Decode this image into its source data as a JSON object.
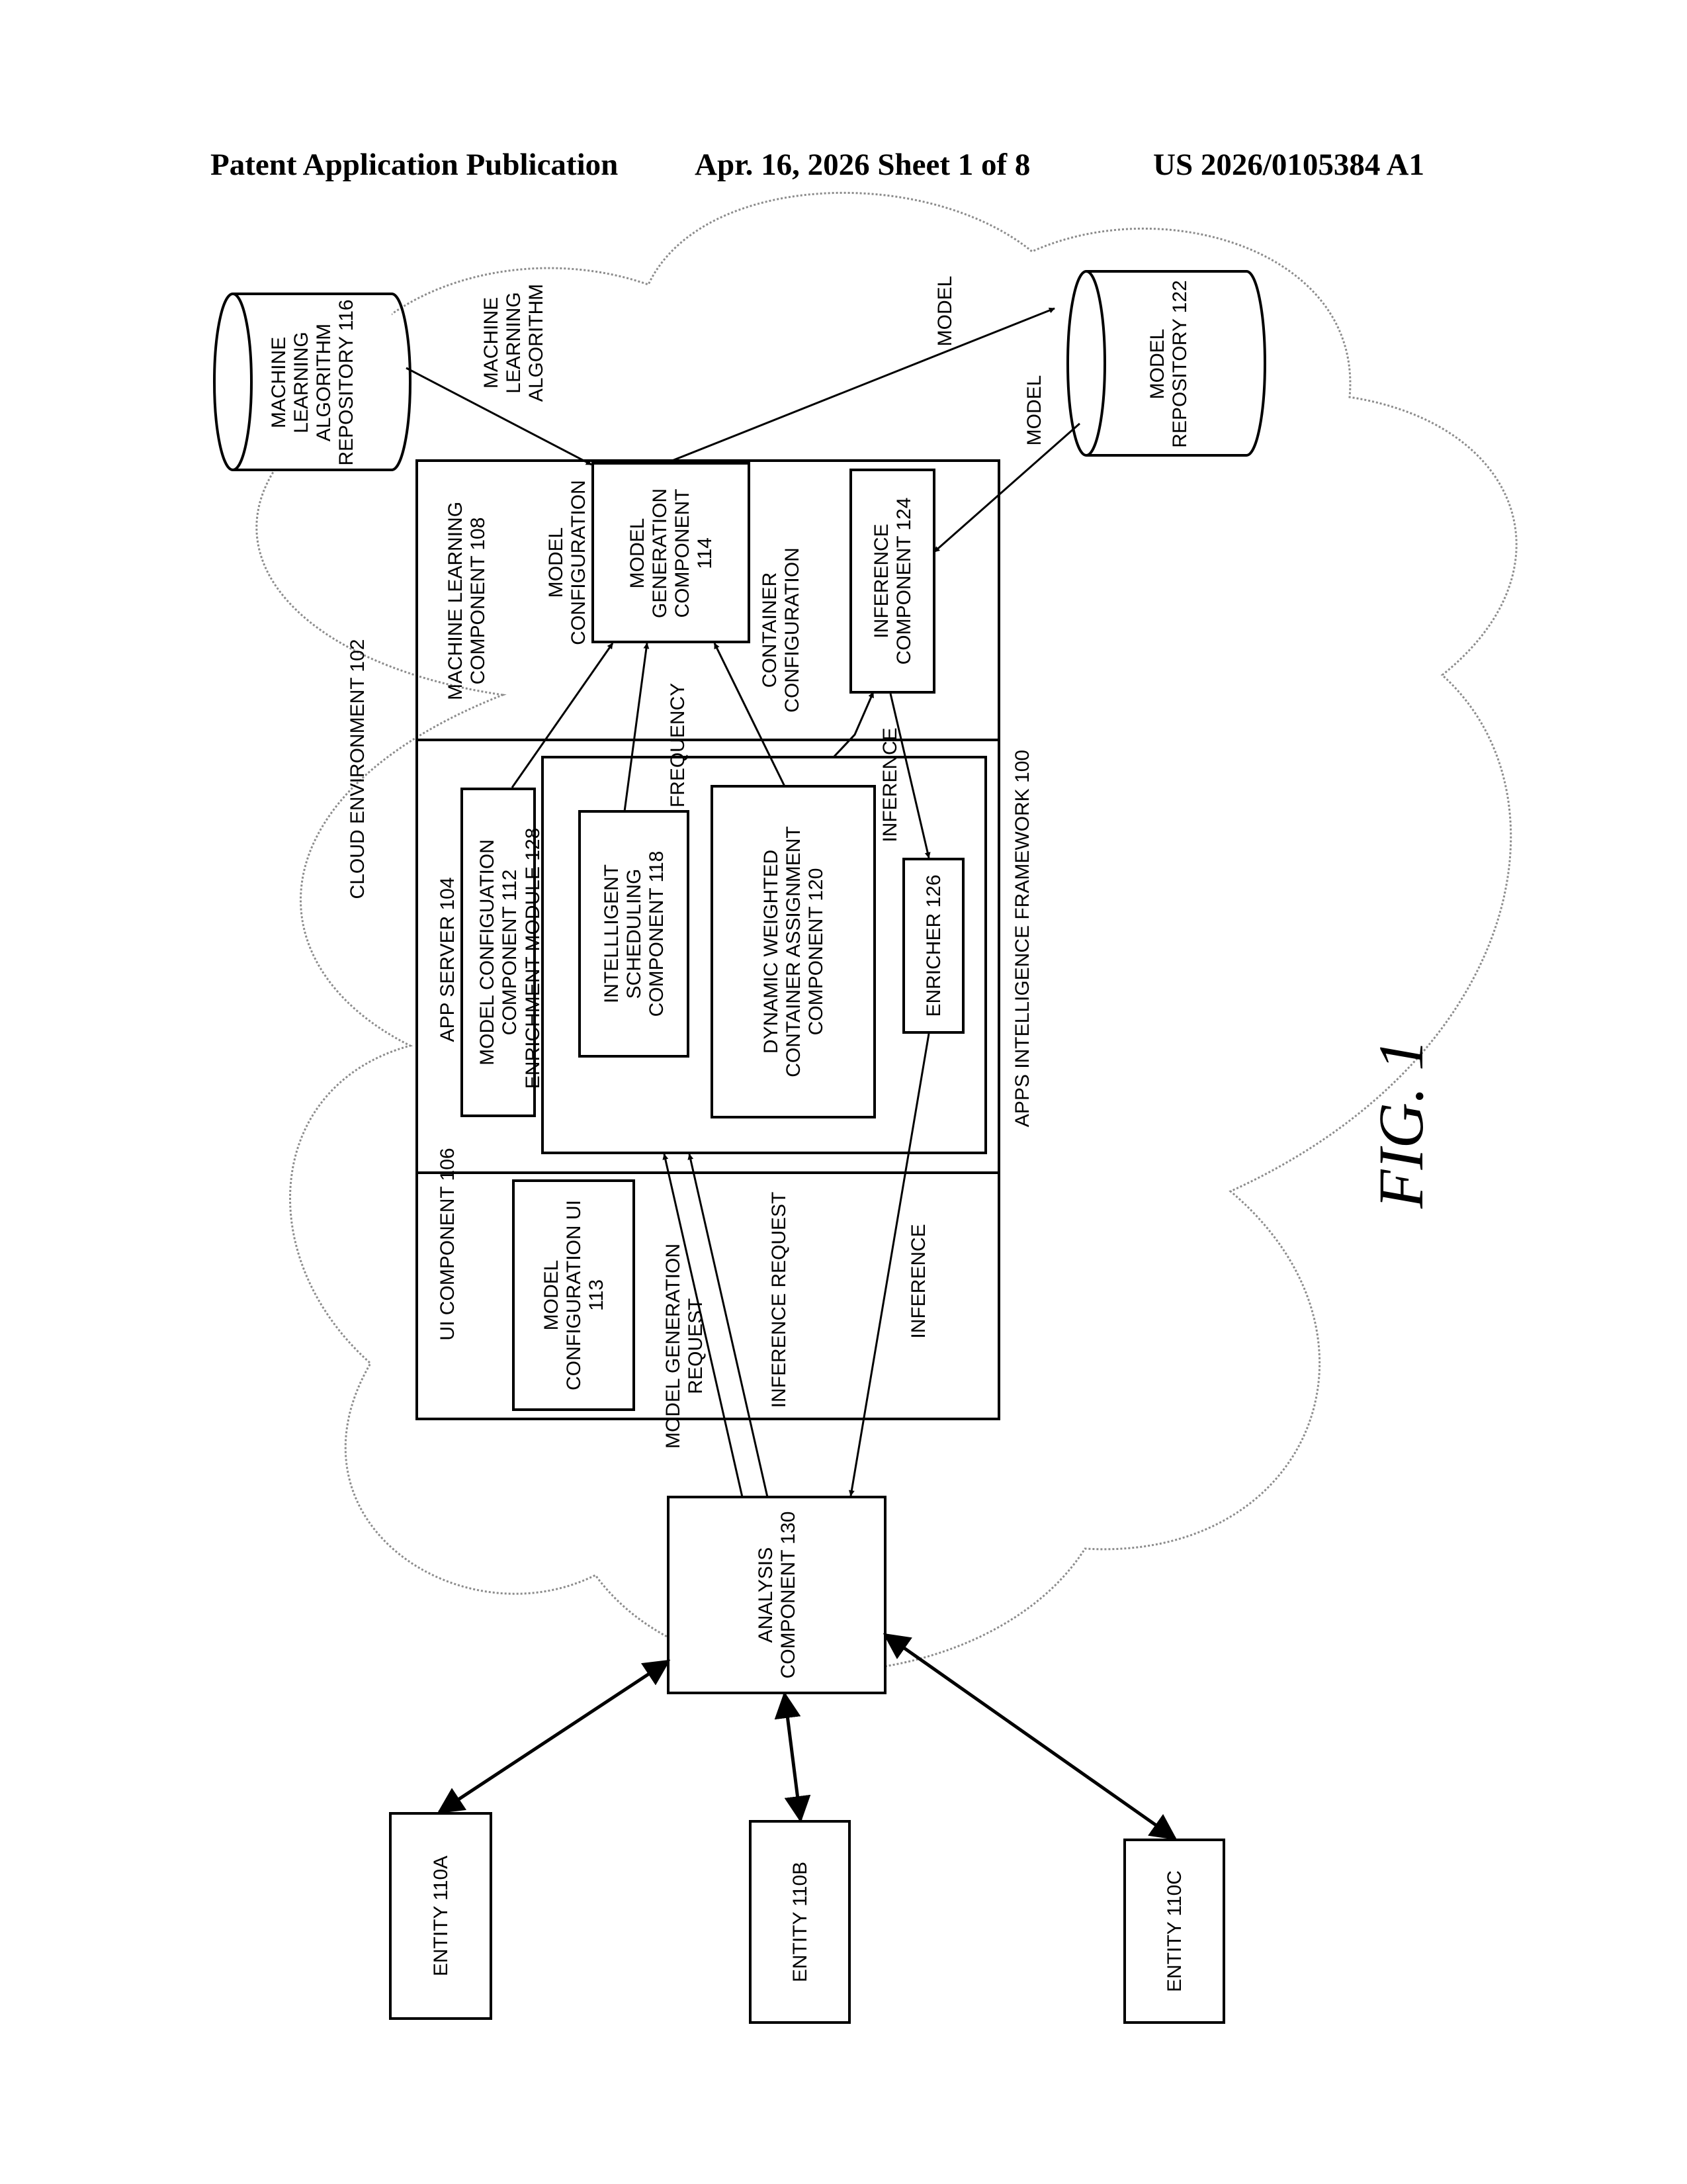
{
  "header": {
    "left": "Patent Application Publication",
    "middle": "Apr. 16, 2026  Sheet 1 of 8",
    "right": "US 2026/0105384 A1"
  },
  "figure": {
    "label": "FIG. 1",
    "cloud": [
      "CLOUD ENVIRONMENT 102"
    ],
    "framework": [
      "APPS INTELLIGENCE FRAMEWORK 100"
    ],
    "ml_repo": [
      "MACHINE",
      "LEARNING",
      "ALGORITHM",
      "REPOSITORY 116"
    ],
    "model_repo": [
      "MODEL",
      "REPOSITORY 122"
    ],
    "ml_component": [
      "MACHINE LEARNING",
      "COMPONENT 108"
    ],
    "model_gen": [
      "MODEL",
      "GENERATION",
      "COMPONENT",
      "114"
    ],
    "inference_comp": [
      "INFERENCE",
      "COMPONENT 124"
    ],
    "app_server": [
      "APP SERVER 104"
    ],
    "model_config_comp": [
      "MODEL CONFIGUATION",
      "COMPONENT 112"
    ],
    "enrichment": [
      "ENRICHMENT MODULE 128"
    ],
    "sched": [
      "INTELLLIGENT",
      "SCHEDULING",
      "COMPONENT 118"
    ],
    "dynamic": [
      "DYNAMIC WEIGHTED",
      "CONTAINER ASSIGNMENT",
      "COMPONENT 120"
    ],
    "enricher": [
      "ENRICHER 126"
    ],
    "ui_comp": [
      "UI COMPONENT 106"
    ],
    "ui_config": [
      "MODEL",
      "CONFIGURATION UI",
      "113"
    ],
    "analysis": [
      "ANALYSIS",
      "COMPONENT 130"
    ],
    "entity_a": [
      "ENTITY 110A"
    ],
    "entity_b": [
      "ENTITY 110B"
    ],
    "entity_c": [
      "ENTITY 110C"
    ],
    "lbl_ml_algo": [
      "MACHINE",
      "LEARNING",
      "ALGORITHM"
    ],
    "lbl_model_top": [
      "MODEL"
    ],
    "lbl_model_side": [
      "MODEL"
    ],
    "lbl_model_config": [
      "MODEL",
      "CONFIGURATION"
    ],
    "lbl_container_config": [
      "CONTAINER",
      "CONFIGURATION"
    ],
    "lbl_frequency": [
      "FREQUENCY"
    ],
    "lbl_inference_mid": [
      "INFERENCE"
    ],
    "lbl_model_gen_req": [
      "MODEL GENERATION",
      "REQUEST"
    ],
    "lbl_inference_req": [
      "INFERENCE REQUEST"
    ],
    "lbl_inference_bottom": [
      "INFERENCE"
    ]
  }
}
